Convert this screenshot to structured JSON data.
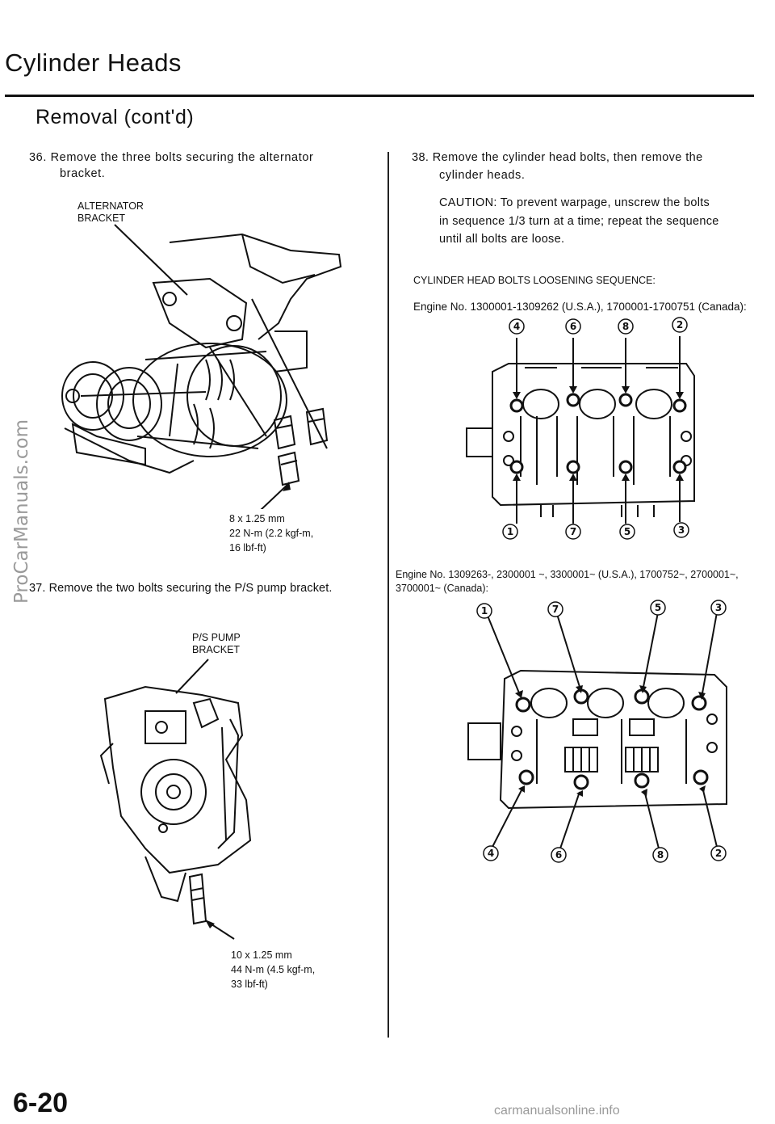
{
  "page": {
    "title": "Cylinder Heads",
    "subtitle": "Removal (cont'd)",
    "page_number": "6-20",
    "watermark": "ProCarManuals.com",
    "footer": "carmanualsonline.info"
  },
  "left": {
    "step36": {
      "num": "36.",
      "text": "Remove the three bolts securing the alternator",
      "text2": "bracket."
    },
    "alt_label": [
      "ALTERNATOR",
      "BRACKET"
    ],
    "alt_spec": [
      "8 x 1.25 mm",
      "22 N-m (2.2 kgf-m,",
      "16 lbf-ft)"
    ],
    "step37": {
      "num": "37.",
      "text": "Remove the two bolts securing the P/S pump bracket."
    },
    "ps_label": [
      "P/S PUMP",
      "BRACKET"
    ],
    "ps_spec": [
      "10 x 1.25 mm",
      "44 N-m (4.5 kgf-m,",
      "33 lbf-ft)"
    ]
  },
  "right": {
    "step38": {
      "num": "38.",
      "text": "Remove the cylinder head bolts, then remove the",
      "text2": "cylinder heads."
    },
    "caution": [
      "CAUTION: To prevent warpage, unscrew the bolts",
      "in sequence 1/3 turn at a time; repeat the sequence",
      "until all bolts are loose."
    ],
    "sequence_heading": "CYLINDER HEAD BOLTS LOOSENING SEQUENCE:",
    "engine1": "Engine No. 1300001-1309262 (U.S.A.), 1700001-1700751 (Canada):",
    "engine1_top_seq": [
      "4",
      "6",
      "8",
      "2"
    ],
    "engine1_bottom_seq": [
      "1",
      "7",
      "5",
      "3"
    ],
    "engine2": [
      "Engine No. 1309263-, 2300001 ~, 3300001~ (U.S.A.), 1700752~, 2700001~,",
      "3700001~ (Canada):"
    ],
    "engine2_top_seq": [
      "1",
      "7",
      "5",
      "3"
    ],
    "engine2_bottom_seq": [
      "4",
      "6",
      "8",
      "2"
    ]
  }
}
